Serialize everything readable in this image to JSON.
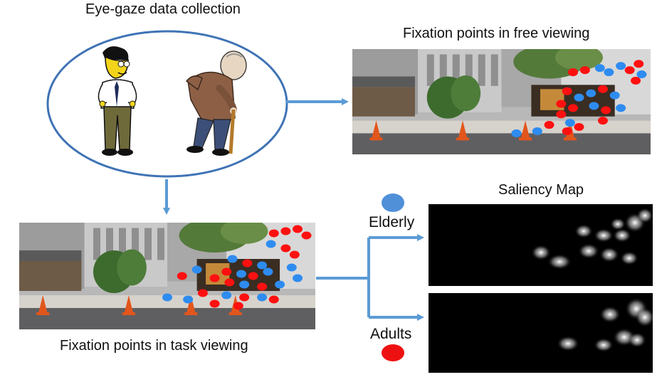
{
  "titles": {
    "collection": "Eye-gaze data collection",
    "free_viewing": "Fixation points in free viewing",
    "task_viewing": "Fixation points in task viewing",
    "saliency": "Saliency Map"
  },
  "legend": {
    "elderly": {
      "label": "Elderly",
      "color": "#4f90d9"
    },
    "adults": {
      "label": "Adults",
      "color": "#ee1111"
    }
  },
  "colors": {
    "ellipse_stroke": "#3f73b5",
    "arrow": "#5b9bd5",
    "fixation_blue": "#2e8cf0",
    "fixation_red": "#ff1010"
  },
  "icons": {
    "adult": "young-man-figure-icon",
    "elderly": "elderly-man-with-cane-icon"
  }
}
